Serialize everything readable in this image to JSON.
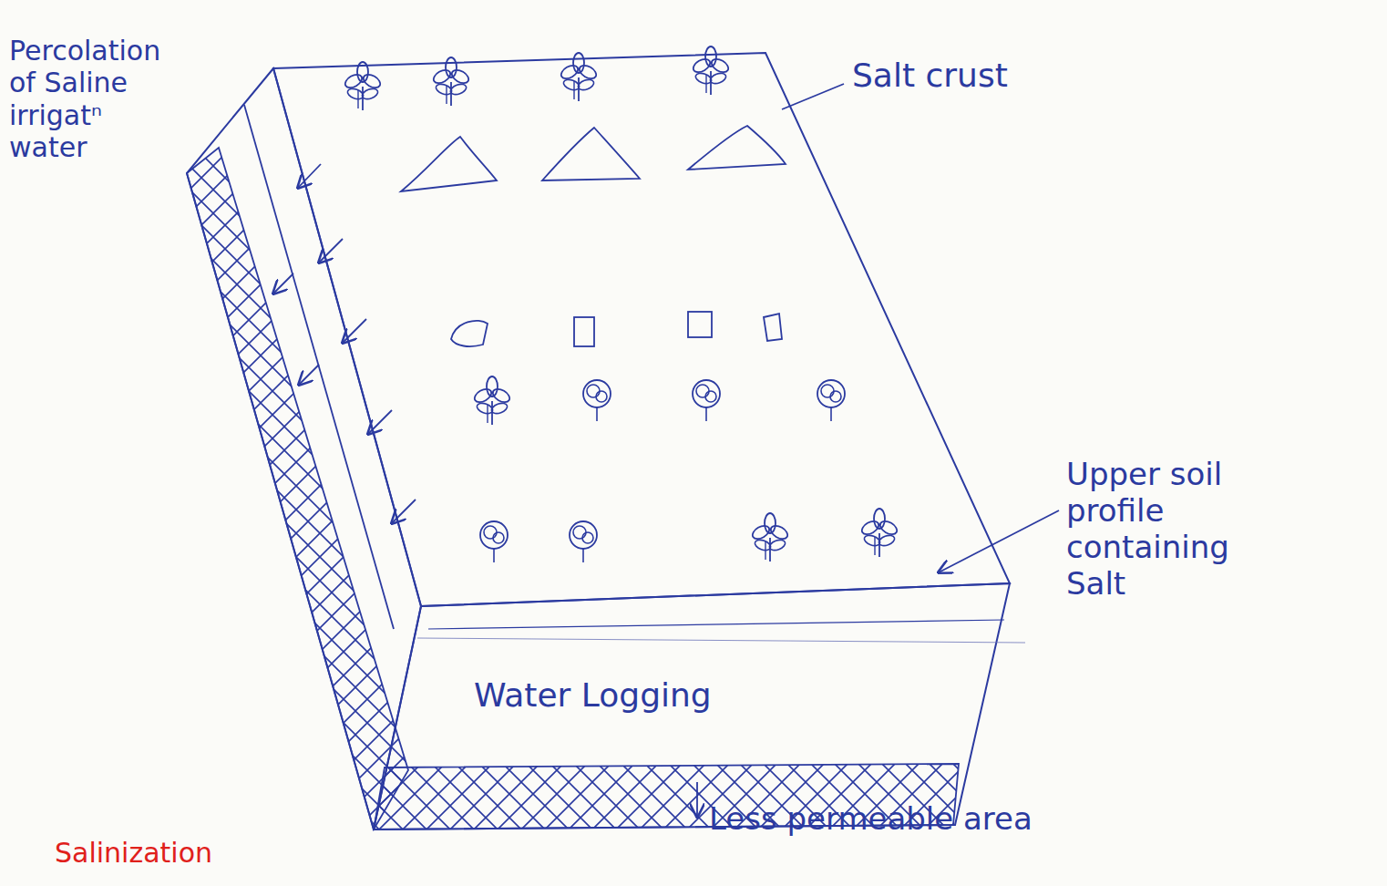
{
  "diagram": {
    "labels": [
      "Percolation of Saline irrigatⁿ water",
      "Salt crust",
      "Upper soil profile containing Salt",
      "Water Logging",
      "Less permeable area",
      "Salinization"
    ]
  }
}
